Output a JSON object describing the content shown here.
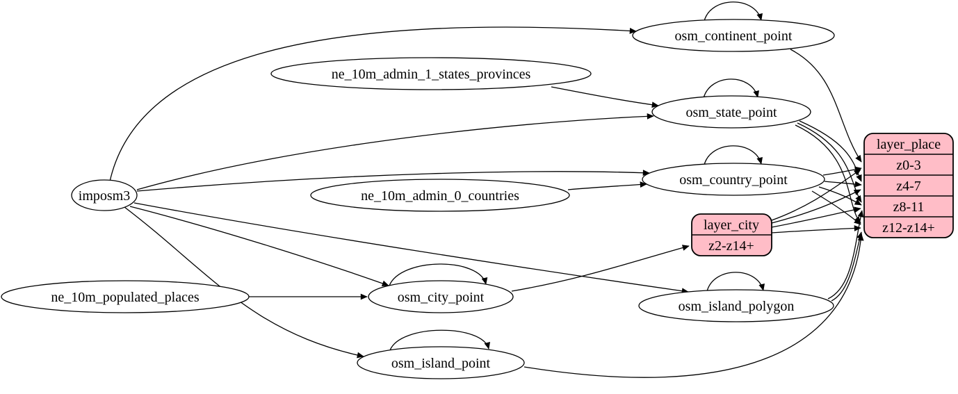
{
  "diagram": {
    "kind": "etl-graph",
    "colors": {
      "background": "#ffffff",
      "node_fill": "#ffffff",
      "stroke": "#000000",
      "record_fill": "#ffbdc7"
    },
    "nodes": {
      "imposm3": {
        "label": "imposm3"
      },
      "ne_10m_admin_1_states_provinces": {
        "label": "ne_10m_admin_1_states_provinces"
      },
      "ne_10m_admin_0_countries": {
        "label": "ne_10m_admin_0_countries"
      },
      "ne_10m_populated_places": {
        "label": "ne_10m_populated_places"
      },
      "osm_continent_point": {
        "label": "osm_continent_point"
      },
      "osm_state_point": {
        "label": "osm_state_point"
      },
      "osm_country_point": {
        "label": "osm_country_point"
      },
      "osm_city_point": {
        "label": "osm_city_point"
      },
      "osm_island_polygon": {
        "label": "osm_island_polygon"
      },
      "osm_island_point": {
        "label": "osm_island_point"
      }
    },
    "records": {
      "layer_city": {
        "title": "layer_city",
        "rows": [
          "z2-z14+"
        ]
      },
      "layer_place": {
        "title": "layer_place",
        "rows": [
          "z0-3",
          "z4-7",
          "z8-11",
          "z12-z14+"
        ]
      }
    },
    "edges": [
      {
        "source": "imposm3",
        "target": "osm_continent_point"
      },
      {
        "source": "imposm3",
        "target": "osm_state_point"
      },
      {
        "source": "imposm3",
        "target": "osm_country_point"
      },
      {
        "source": "imposm3",
        "target": "osm_city_point"
      },
      {
        "source": "imposm3",
        "target": "osm_island_polygon"
      },
      {
        "source": "imposm3",
        "target": "osm_island_point"
      },
      {
        "source": "ne_10m_admin_1_states_provinces",
        "target": "osm_state_point"
      },
      {
        "source": "ne_10m_admin_0_countries",
        "target": "osm_country_point"
      },
      {
        "source": "ne_10m_populated_places",
        "target": "osm_city_point"
      },
      {
        "source": "osm_continent_point",
        "target": "osm_continent_point"
      },
      {
        "source": "osm_state_point",
        "target": "osm_state_point"
      },
      {
        "source": "osm_country_point",
        "target": "osm_country_point"
      },
      {
        "source": "osm_city_point",
        "target": "osm_city_point"
      },
      {
        "source": "osm_island_polygon",
        "target": "osm_island_polygon"
      },
      {
        "source": "osm_island_point",
        "target": "osm_island_point"
      },
      {
        "source": "osm_continent_point",
        "target": "layer_place:z0-3"
      },
      {
        "source": "osm_state_point",
        "target": "layer_place:z4-7"
      },
      {
        "source": "osm_state_point",
        "target": "layer_place:z8-11"
      },
      {
        "source": "osm_state_point",
        "target": "layer_place:z12-z14+"
      },
      {
        "source": "osm_country_point",
        "target": "layer_place:z0-3"
      },
      {
        "source": "osm_country_point",
        "target": "layer_place:z4-7"
      },
      {
        "source": "osm_country_point",
        "target": "layer_place:z8-11"
      },
      {
        "source": "osm_country_point",
        "target": "layer_place:z12-z14+"
      },
      {
        "source": "osm_city_point",
        "target": "layer_city:z2-z14+"
      },
      {
        "source": "layer_city",
        "target": "layer_place:z0-3"
      },
      {
        "source": "layer_city",
        "target": "layer_place:z4-7"
      },
      {
        "source": "layer_city",
        "target": "layer_place:z8-11"
      },
      {
        "source": "layer_city",
        "target": "layer_place:z12-z14+"
      },
      {
        "source": "osm_island_polygon",
        "target": "layer_place:z8-11"
      },
      {
        "source": "osm_island_polygon",
        "target": "layer_place:z12-z14+"
      },
      {
        "source": "osm_island_point",
        "target": "layer_place:z12-z14+"
      }
    ]
  }
}
